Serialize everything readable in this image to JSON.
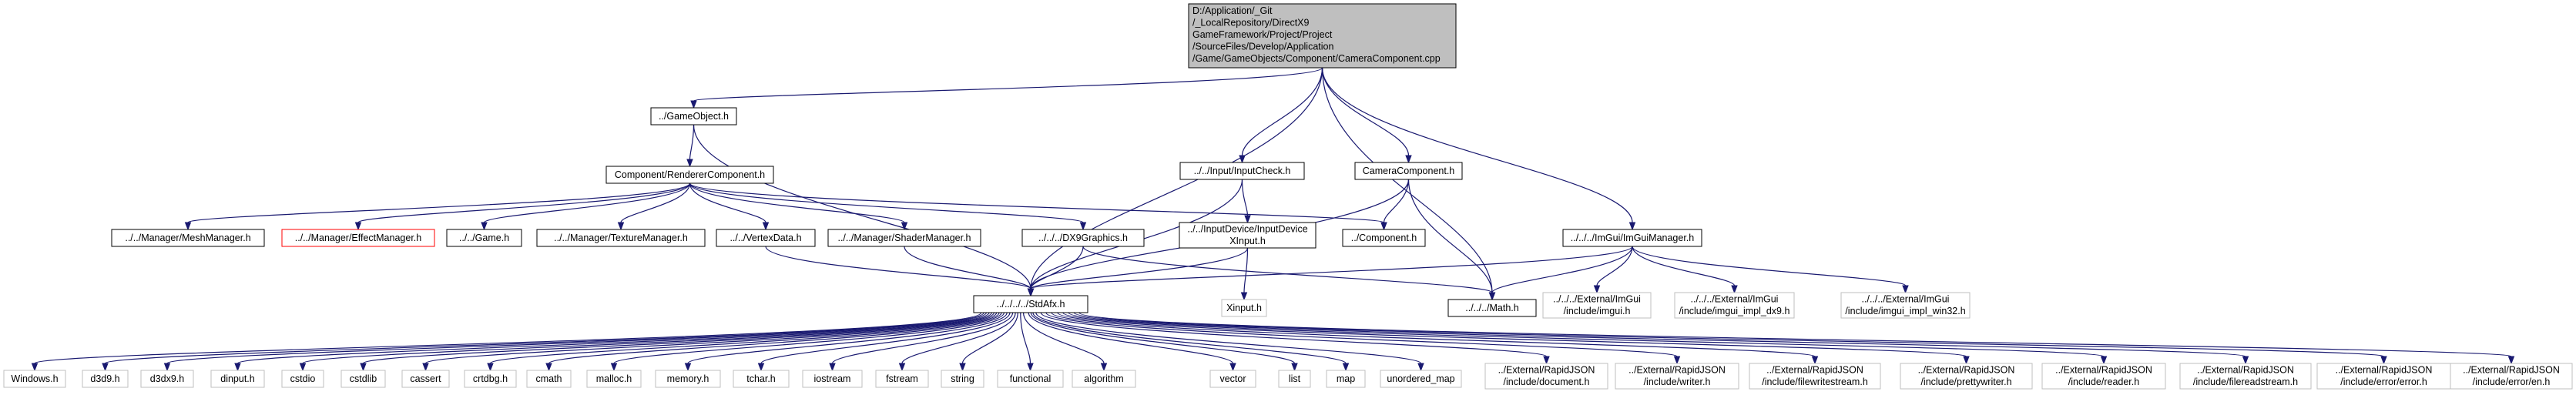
{
  "diagram": {
    "root": {
      "id": "root",
      "lines": [
        "D:/Application/_Git",
        "/_LocalRepository/DirectX9",
        "GameFramework/Project/Project",
        "/SourceFiles/Develop/Application",
        "/Game/GameObjects/Component/CameraComponent.cpp"
      ]
    },
    "nodes": [
      {
        "id": "gameobject",
        "lines": [
          "../GameObject.h"
        ]
      },
      {
        "id": "inputcheck",
        "lines": [
          "../../Input/InputCheck.h"
        ]
      },
      {
        "id": "cameracomp_h",
        "lines": [
          "CameraComponent.h"
        ]
      },
      {
        "id": "imguimanager",
        "lines": [
          "../../../ImGui/ImGuiManager.h"
        ]
      },
      {
        "id": "renderercomp",
        "lines": [
          "Component/RendererComponent.h"
        ]
      },
      {
        "id": "meshmanager",
        "lines": [
          "../../Manager/MeshManager.h"
        ]
      },
      {
        "id": "effectmanager",
        "lines": [
          "../../Manager/EffectManager.h"
        ],
        "style": "red"
      },
      {
        "id": "game_h",
        "lines": [
          "../../Game.h"
        ]
      },
      {
        "id": "texturemanager",
        "lines": [
          "../../Manager/TextureManager.h"
        ]
      },
      {
        "id": "vertexdata",
        "lines": [
          "../../VertexData.h"
        ]
      },
      {
        "id": "shadermanager",
        "lines": [
          "../../Manager/ShaderManager.h"
        ]
      },
      {
        "id": "dx9graphics",
        "lines": [
          "../../../DX9Graphics.h"
        ]
      },
      {
        "id": "inputdevice",
        "lines": [
          "../../InputDevice/InputDevice",
          "XInput.h"
        ]
      },
      {
        "id": "component_h",
        "lines": [
          "../Component.h"
        ]
      },
      {
        "id": "imgui_h",
        "lines": [
          "../../../External/ImGui",
          "/include/imgui.h"
        ],
        "style": "missing"
      },
      {
        "id": "imgui_dx9",
        "lines": [
          "../../../External/ImGui",
          "/include/imgui_impl_dx9.h"
        ],
        "style": "missing"
      },
      {
        "id": "imgui_win32",
        "lines": [
          "../../../External/ImGui",
          "/include/imgui_impl_win32.h"
        ],
        "style": "missing"
      },
      {
        "id": "stdafx",
        "lines": [
          "../../../../StdAfx.h"
        ]
      },
      {
        "id": "xinput",
        "lines": [
          "Xinput.h"
        ],
        "style": "missing"
      },
      {
        "id": "math_h",
        "lines": [
          "../../../Math.h"
        ]
      },
      {
        "id": "windows_h",
        "lines": [
          "Windows.h"
        ],
        "style": "missing"
      },
      {
        "id": "d3d9_h",
        "lines": [
          "d3d9.h"
        ],
        "style": "missing"
      },
      {
        "id": "d3dx9_h",
        "lines": [
          "d3dx9.h"
        ],
        "style": "missing"
      },
      {
        "id": "dinput_h",
        "lines": [
          "dinput.h"
        ],
        "style": "missing"
      },
      {
        "id": "cstdio",
        "lines": [
          "cstdio"
        ],
        "style": "missing"
      },
      {
        "id": "cstdlib",
        "lines": [
          "cstdlib"
        ],
        "style": "missing"
      },
      {
        "id": "cassert",
        "lines": [
          "cassert"
        ],
        "style": "missing"
      },
      {
        "id": "crtdbg_h",
        "lines": [
          "crtdbg.h"
        ],
        "style": "missing"
      },
      {
        "id": "cmath",
        "lines": [
          "cmath"
        ],
        "style": "missing"
      },
      {
        "id": "malloc_h",
        "lines": [
          "malloc.h"
        ],
        "style": "missing"
      },
      {
        "id": "memory_h",
        "lines": [
          "memory.h"
        ],
        "style": "missing"
      },
      {
        "id": "tchar_h",
        "lines": [
          "tchar.h"
        ],
        "style": "missing"
      },
      {
        "id": "iostream",
        "lines": [
          "iostream"
        ],
        "style": "missing"
      },
      {
        "id": "fstream",
        "lines": [
          "fstream"
        ],
        "style": "missing"
      },
      {
        "id": "string",
        "lines": [
          "string"
        ],
        "style": "missing"
      },
      {
        "id": "functional",
        "lines": [
          "functional"
        ],
        "style": "missing"
      },
      {
        "id": "algorithm",
        "lines": [
          "algorithm"
        ],
        "style": "missing"
      },
      {
        "id": "vector",
        "lines": [
          "vector"
        ],
        "style": "missing"
      },
      {
        "id": "list",
        "lines": [
          "list"
        ],
        "style": "missing"
      },
      {
        "id": "map",
        "lines": [
          "map"
        ],
        "style": "missing"
      },
      {
        "id": "unordered_map",
        "lines": [
          "unordered_map"
        ],
        "style": "missing"
      },
      {
        "id": "rj_document",
        "lines": [
          "../External/RapidJSON",
          "/include/document.h"
        ],
        "style": "missing"
      },
      {
        "id": "rj_writer",
        "lines": [
          "../External/RapidJSON",
          "/include/writer.h"
        ],
        "style": "missing"
      },
      {
        "id": "rj_filewrite",
        "lines": [
          "../External/RapidJSON",
          "/include/filewritestream.h"
        ],
        "style": "missing"
      },
      {
        "id": "rj_pretty",
        "lines": [
          "../External/RapidJSON",
          "/include/prettywriter.h"
        ],
        "style": "missing"
      },
      {
        "id": "rj_reader",
        "lines": [
          "../External/RapidJSON",
          "/include/reader.h"
        ],
        "style": "missing"
      },
      {
        "id": "rj_fileread",
        "lines": [
          "../External/RapidJSON",
          "/include/filereadstream.h"
        ],
        "style": "missing"
      },
      {
        "id": "rj_error",
        "lines": [
          "../External/RapidJSON",
          "/include/error/error.h"
        ],
        "style": "missing"
      },
      {
        "id": "rj_en",
        "lines": [
          "../External/RapidJSON",
          "/include/error/en.h"
        ],
        "style": "missing"
      }
    ],
    "edges": [
      [
        "root",
        "gameobject"
      ],
      [
        "root",
        "inputcheck"
      ],
      [
        "root",
        "cameracomp_h"
      ],
      [
        "root",
        "imguimanager"
      ],
      [
        "root",
        "stdafx"
      ],
      [
        "root",
        "math_h"
      ],
      [
        "gameobject",
        "renderercomp"
      ],
      [
        "gameobject",
        "stdafx"
      ],
      [
        "renderercomp",
        "meshmanager"
      ],
      [
        "renderercomp",
        "effectmanager"
      ],
      [
        "renderercomp",
        "game_h"
      ],
      [
        "renderercomp",
        "texturemanager"
      ],
      [
        "renderercomp",
        "vertexdata"
      ],
      [
        "renderercomp",
        "shadermanager"
      ],
      [
        "renderercomp",
        "dx9graphics"
      ],
      [
        "renderercomp",
        "component_h"
      ],
      [
        "vertexdata",
        "stdafx"
      ],
      [
        "shadermanager",
        "stdafx"
      ],
      [
        "dx9graphics",
        "stdafx"
      ],
      [
        "dx9graphics",
        "math_h"
      ],
      [
        "inputcheck",
        "inputdevice"
      ],
      [
        "inputcheck",
        "stdafx"
      ],
      [
        "inputdevice",
        "stdafx"
      ],
      [
        "inputdevice",
        "xinput"
      ],
      [
        "cameracomp_h",
        "component_h"
      ],
      [
        "cameracomp_h",
        "stdafx"
      ],
      [
        "cameracomp_h",
        "math_h"
      ],
      [
        "imguimanager",
        "stdafx"
      ],
      [
        "imguimanager",
        "math_h"
      ],
      [
        "imguimanager",
        "imgui_h"
      ],
      [
        "imguimanager",
        "imgui_dx9"
      ],
      [
        "imguimanager",
        "imgui_win32"
      ],
      [
        "stdafx",
        "windows_h"
      ],
      [
        "stdafx",
        "d3d9_h"
      ],
      [
        "stdafx",
        "d3dx9_h"
      ],
      [
        "stdafx",
        "dinput_h"
      ],
      [
        "stdafx",
        "cstdio"
      ],
      [
        "stdafx",
        "cstdlib"
      ],
      [
        "stdafx",
        "cassert"
      ],
      [
        "stdafx",
        "crtdbg_h"
      ],
      [
        "stdafx",
        "cmath"
      ],
      [
        "stdafx",
        "malloc_h"
      ],
      [
        "stdafx",
        "memory_h"
      ],
      [
        "stdafx",
        "tchar_h"
      ],
      [
        "stdafx",
        "iostream"
      ],
      [
        "stdafx",
        "fstream"
      ],
      [
        "stdafx",
        "string"
      ],
      [
        "stdafx",
        "functional"
      ],
      [
        "stdafx",
        "algorithm"
      ],
      [
        "stdafx",
        "vector"
      ],
      [
        "stdafx",
        "list"
      ],
      [
        "stdafx",
        "map"
      ],
      [
        "stdafx",
        "unordered_map"
      ],
      [
        "stdafx",
        "rj_document"
      ],
      [
        "stdafx",
        "rj_writer"
      ],
      [
        "stdafx",
        "rj_filewrite"
      ],
      [
        "stdafx",
        "rj_pretty"
      ],
      [
        "stdafx",
        "rj_reader"
      ],
      [
        "stdafx",
        "rj_fileread"
      ],
      [
        "stdafx",
        "rj_error"
      ],
      [
        "stdafx",
        "rj_en"
      ]
    ],
    "colors": {
      "edge": "#191970",
      "root_fill": "#bfbfbf",
      "node_border": "#000000",
      "missing_border": "#bfbfbf",
      "highlight_border": "#ff0000"
    }
  }
}
